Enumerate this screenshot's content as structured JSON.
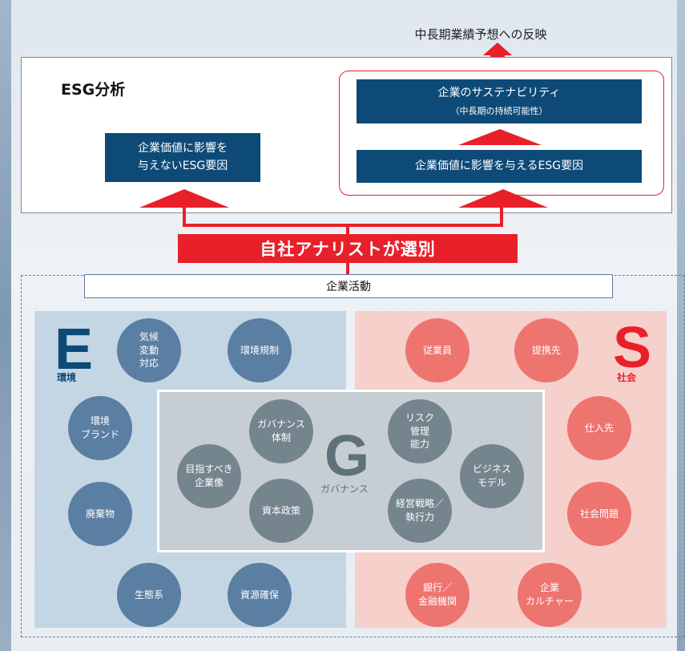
{
  "top_label": "中長期業績予想への反映",
  "esg": {
    "title": "ESG分析",
    "nonimpact_box": "企業価値に影響を\n与えないESG要因",
    "sustain_main": "企業のサステナビリティ",
    "sustain_sub": "（中長期の持続可能性）",
    "impact_box": "企業価値に影響を与えるESG要因"
  },
  "selection_label": "自社アナリストが選別",
  "activity_label": "企業活動",
  "e": {
    "letter": "E",
    "caption": "環境",
    "items": [
      "気候\n変動\n対応",
      "環境規制",
      "環境\nブランド",
      "廃棄物",
      "生態系",
      "資源確保"
    ]
  },
  "s": {
    "letter": "S",
    "caption": "社会",
    "items": [
      "従業員",
      "提携先",
      "仕入先",
      "社会問題",
      "銀行／\n金融機関",
      "企業\nカルチャー"
    ]
  },
  "g": {
    "letter": "G",
    "caption": "ガバナンス",
    "items": [
      "ガバナンス\n体制",
      "リスク\n管理\n能力",
      "目指すべき\n企業像",
      "ビジネス\nモデル",
      "資本政策",
      "経営戦略／\n執行力"
    ]
  },
  "colors": {
    "navy": "#0d4a78",
    "red": "#e8202a",
    "e_circle": "#5b7ea3",
    "s_circle": "#ee7470",
    "g_circle": "#75858e"
  }
}
